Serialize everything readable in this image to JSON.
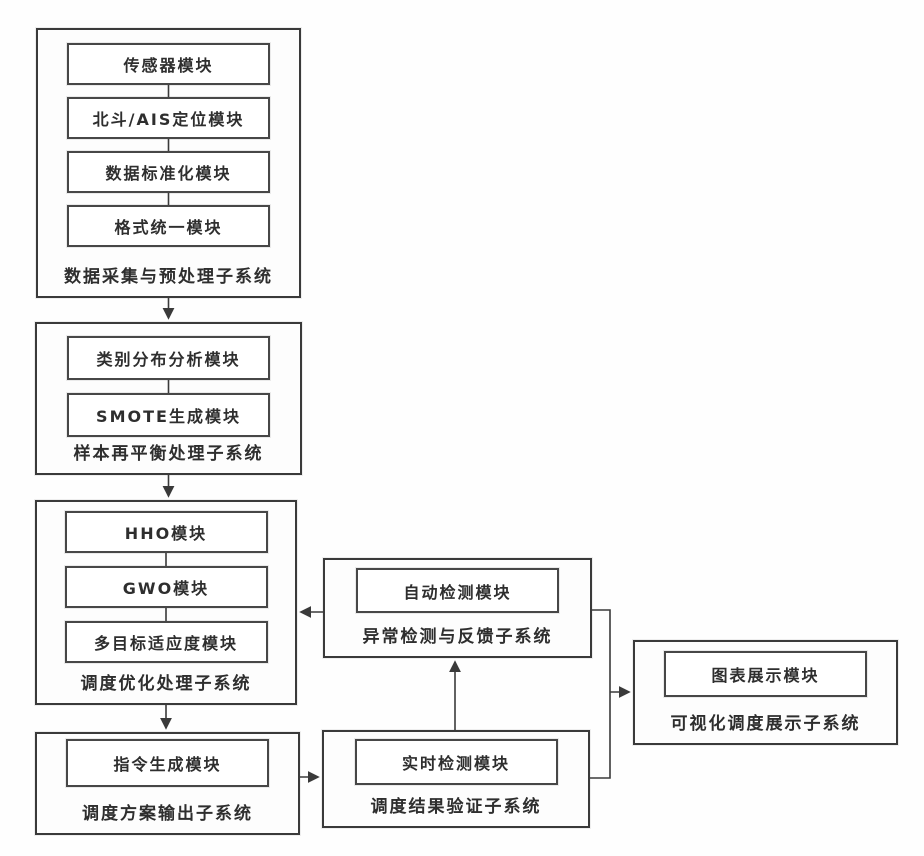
{
  "diagram": {
    "figure_type": "system-block-diagram",
    "colors": {
      "line": "#3a3a3a",
      "box_border": "#474747",
      "background": "#ffffff",
      "text": "#2e2e2e"
    },
    "subsystems": [
      {
        "id": "data_acquisition",
        "label": "数据采集与预处理子系统",
        "modules": [
          "传感器模块",
          "北斗/AIS定位模块",
          "数据标准化模块",
          "格式统一模块"
        ]
      },
      {
        "id": "rebalancing",
        "label": "样本再平衡处理子系统",
        "modules": [
          "类别分布分析模块",
          "SMOTE生成模块"
        ]
      },
      {
        "id": "optimization",
        "label": "调度优化处理子系统",
        "modules": [
          "HHO模块",
          "GWO模块",
          "多目标适应度模块"
        ]
      },
      {
        "id": "anomaly_feedback",
        "label": "异常检测与反馈子系统",
        "modules": [
          "自动检测模块"
        ]
      },
      {
        "id": "visualization",
        "label": "可视化调度展示子系统",
        "modules": [
          "图表展示模块"
        ]
      },
      {
        "id": "plan_output",
        "label": "调度方案输出子系统",
        "modules": [
          "指令生成模块"
        ]
      },
      {
        "id": "verification",
        "label": "调度结果验证子系统",
        "modules": [
          "实时检测模块"
        ]
      }
    ],
    "edges": [
      {
        "from": "data_acquisition",
        "to": "rebalancing"
      },
      {
        "from": "rebalancing",
        "to": "optimization"
      },
      {
        "from": "optimization",
        "to": "plan_output"
      },
      {
        "from": "anomaly_feedback",
        "to": "optimization"
      },
      {
        "from": "plan_output",
        "to": "verification"
      },
      {
        "from": "verification",
        "to": "anomaly_feedback"
      },
      {
        "from": "anomaly_feedback",
        "to": "visualization"
      },
      {
        "from": "verification",
        "to": "visualization"
      }
    ]
  }
}
